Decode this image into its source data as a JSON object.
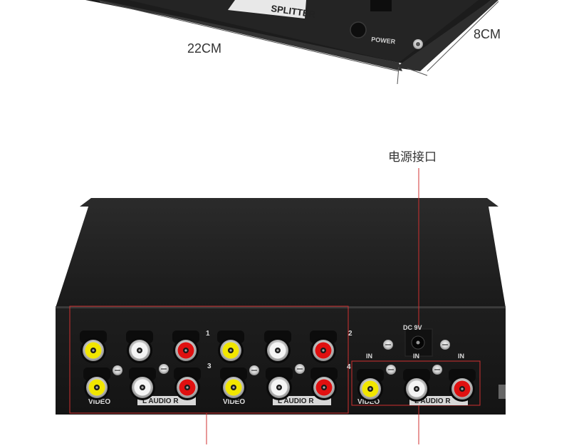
{
  "dimensions": {
    "length": "22CM",
    "height": "8CM"
  },
  "top_device": {
    "label": "SPLITTER",
    "power_label": "POWER"
  },
  "annotation": {
    "power_port": "电源接口"
  },
  "back_panel": {
    "dc_label": "DC 9V",
    "row_numbers": [
      "1",
      "2",
      "3",
      "4"
    ],
    "in_labels": [
      "IN",
      "IN",
      "IN"
    ],
    "video_label": "VIDEO",
    "audio_label": "L  AUDIO  R",
    "connector_colors": {
      "video": "#f2e600",
      "audio_left": "#f4f4f4",
      "audio_right": "#e01010"
    },
    "callout_color": "#d03030"
  }
}
